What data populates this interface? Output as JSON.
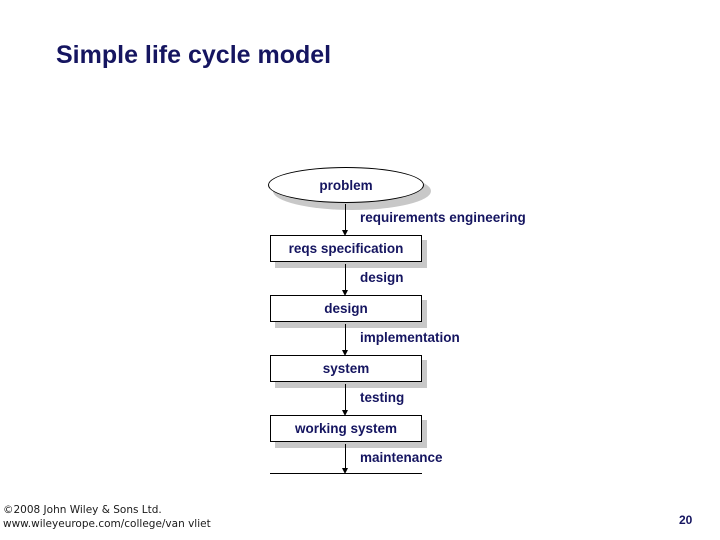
{
  "slide": {
    "title": "Simple life cycle model",
    "page_number": "20",
    "background_color": "#ffffff",
    "accent_color": "#151560"
  },
  "diagram": {
    "type": "flowchart",
    "orientation": "vertical",
    "start_node": {
      "shape": "ellipse",
      "label": "problem"
    },
    "nodes": [
      {
        "shape": "rectangle",
        "label": "reqs specification"
      },
      {
        "shape": "rectangle",
        "label": "design"
      },
      {
        "shape": "rectangle",
        "label": "system"
      },
      {
        "shape": "rectangle",
        "label": "working system"
      }
    ],
    "edges": [
      {
        "from": "problem",
        "to": "reqs specification",
        "label": "requirements engineering"
      },
      {
        "from": "reqs specification",
        "to": "design",
        "label": "design"
      },
      {
        "from": "design",
        "to": "system",
        "label": "implementation"
      },
      {
        "from": "system",
        "to": "working system",
        "label": "testing"
      },
      {
        "from": "working system",
        "to": "end",
        "label": "maintenance"
      }
    ],
    "terminator": {
      "shape": "line"
    }
  },
  "footer": {
    "copyright": "©2008 John Wiley & Sons Ltd.",
    "url": "www.wileyeurope.com/college/van vliet"
  }
}
